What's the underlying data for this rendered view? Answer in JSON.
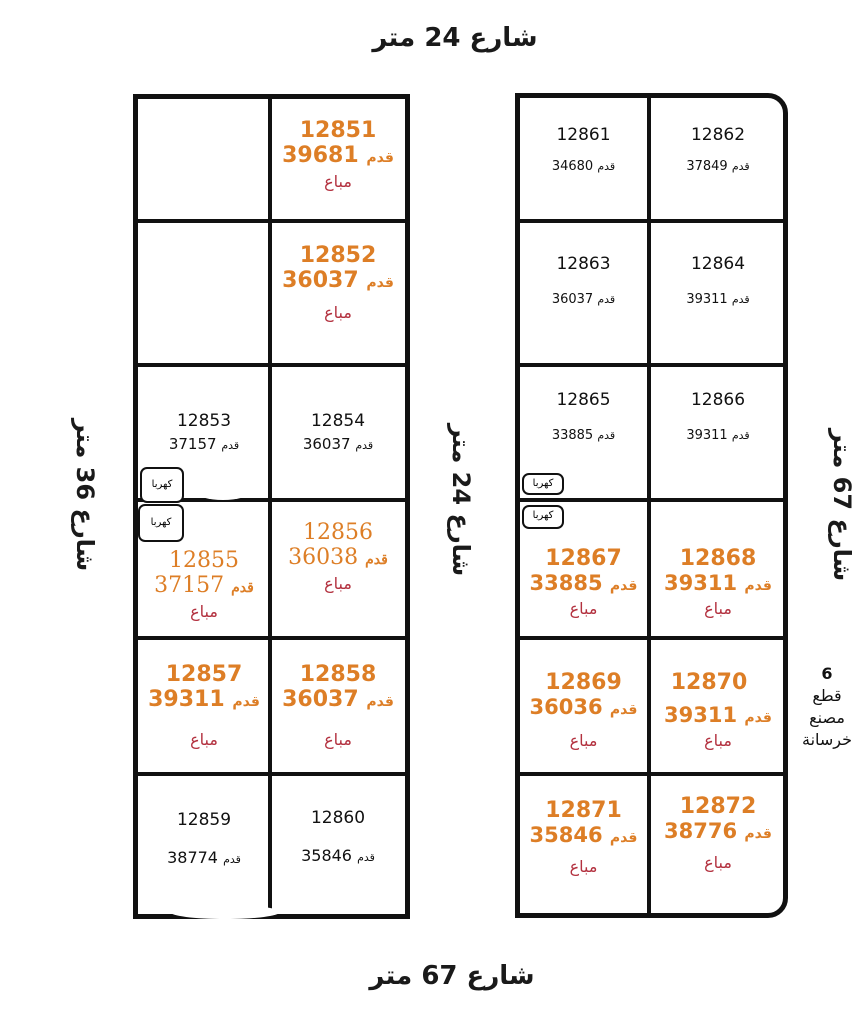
{
  "streets": {
    "top": "شارع 24 متر",
    "bottom": "شارع 67 متر",
    "left": "شارع 36 متر",
    "middle": "شارع 24 متر",
    "right": "شارع 67 متر"
  },
  "unit": "قدم",
  "electricity_label": "كهربا",
  "plots": [
    {
      "number": "12851",
      "area": "39681",
      "status": "مباع"
    },
    {
      "number": "12852",
      "area": "36037",
      "status": "مباع"
    },
    {
      "number": "12853",
      "area": "37157",
      "status": ""
    },
    {
      "number": "12854",
      "area": "36037",
      "status": ""
    },
    {
      "number": "12855",
      "area": "37157",
      "status": "مباع"
    },
    {
      "number": "12856",
      "area": "36038",
      "status": "مباع"
    },
    {
      "number": "12857",
      "area": "39311",
      "status": "مباع"
    },
    {
      "number": "12858",
      "area": "36037",
      "status": "مباع"
    },
    {
      "number": "12859",
      "area": "38774",
      "status": ""
    },
    {
      "number": "12860",
      "area": "35846",
      "status": ""
    },
    {
      "number": "12861",
      "area": "34680",
      "status": ""
    },
    {
      "number": "12862",
      "area": "37849",
      "status": ""
    },
    {
      "number": "12863",
      "area": "36037",
      "status": ""
    },
    {
      "number": "12864",
      "area": "39311",
      "status": ""
    },
    {
      "number": "12865",
      "area": "33885",
      "status": ""
    },
    {
      "number": "12866",
      "area": "39311",
      "status": ""
    },
    {
      "number": "12867",
      "area": "33885",
      "status": "مباع"
    },
    {
      "number": "12868",
      "area": "39311",
      "status": "مباع"
    },
    {
      "number": "12869",
      "area": "36036",
      "status": "مباع"
    },
    {
      "number": "12870",
      "area": "39311",
      "status": "مباع"
    },
    {
      "number": "12871",
      "area": "35846",
      "status": "مباع"
    },
    {
      "number": "12872",
      "area": "38776",
      "status": "مباع"
    }
  ],
  "note": {
    "count": "6",
    "line1": "قطع",
    "line2": "مصنع",
    "line3": "خرسانة"
  },
  "colors": {
    "sold_text": "#dd7e26",
    "sold_status": "#b3313f",
    "lines": "#111111"
  }
}
